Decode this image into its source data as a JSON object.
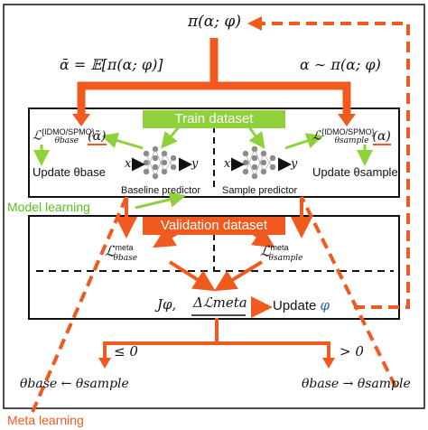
{
  "policy": "π(α; φ)",
  "alpha_mean": "ᾱ = 𝔼[π(α; φ)]",
  "alpha_sample": "α ∼ π(α; φ)",
  "train_dataset": "Train dataset",
  "validation_dataset": "Validation dataset",
  "loss_base": "ℒ",
  "loss_base_sup": "{IDMO/SPMO}",
  "loss_base_sub": "θbase",
  "loss_base_arg": "(ᾱ)",
  "loss_sample": "ℒ",
  "loss_sample_sup": "{IDMO/SPMO}",
  "loss_sample_sub": "θsample",
  "loss_sample_arg": "(α)",
  "update_base": "Update θbase",
  "update_sample": "Update θsample",
  "x_label": "x",
  "y_label": "y",
  "baseline_predictor": "Baseline predictor",
  "sample_predictor": "Sample predictor",
  "model_learning": "Model learning",
  "meta_learning": "Meta learning",
  "meta_loss_base": "ℒ",
  "meta_loss_base_sup": "meta",
  "meta_loss_base_sub": "θbase",
  "meta_loss_sample": "ℒ",
  "meta_loss_sample_sup": "meta",
  "meta_loss_sample_sub": "θsample",
  "j_phi": "Jφ,",
  "delta_meta": "Δℒmeta",
  "update_phi": "Update",
  "phi": "φ",
  "le_zero": "≤ 0",
  "gt_zero": "> 0",
  "result_left": "θbase ← θsample",
  "result_right": "θbase → θsample",
  "colors": {
    "orange": "#f05a1e",
    "green": "#8fd13b",
    "green_text": "#58c11e"
  }
}
